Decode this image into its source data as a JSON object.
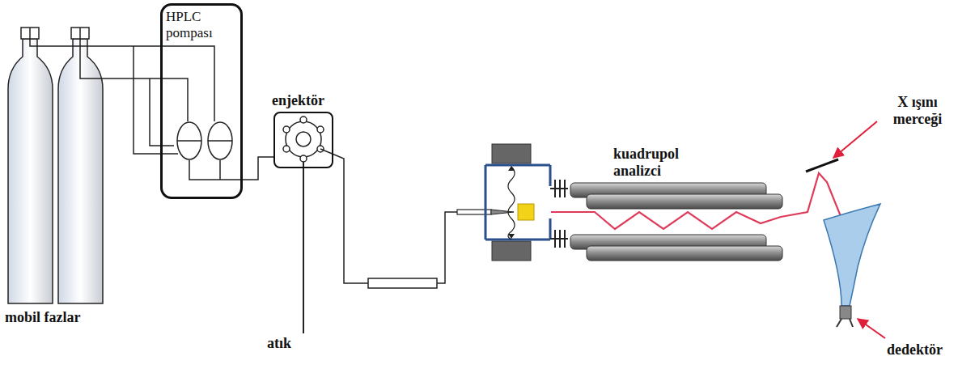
{
  "diagram": {
    "nodes": [
      {
        "text": [
          "HPLC pompası"
        ]
      },
      {
        "text": [
          "enjektör"
        ]
      }
    ],
    "edges": [
      {
        "from": 0,
        "to": 1,
        "arrow": "none"
      }
    ],
    "labels": [
      "mobil fazlar",
      "atık",
      "kuadrupol analizci",
      "X ışını merceği",
      "dedektör"
    ]
  }
}
